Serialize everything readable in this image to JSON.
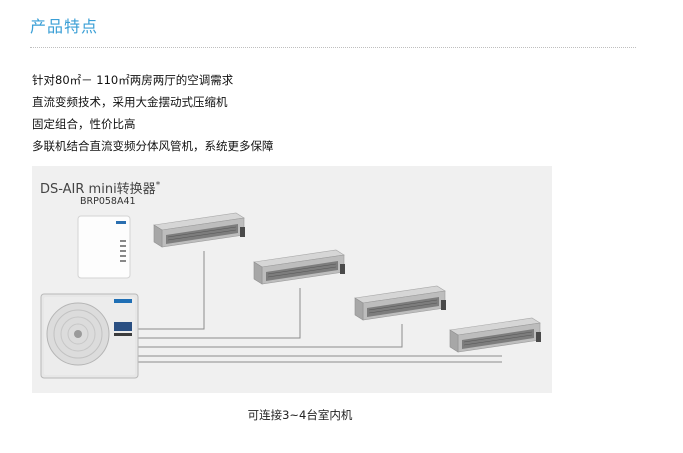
{
  "header": {
    "title": "产品特点"
  },
  "features": [
    "针对80㎡－ 110㎡两房两厅的空调需求",
    "直流变频技术，采用大金摆动式压缩机",
    "固定组合，性价比高",
    "多联机结合直流变频分体风管机，系统更多保障"
  ],
  "diagram": {
    "title": "DS-AIR mini转换器",
    "asterisk": "*",
    "model": "BRP058A41",
    "indoor_units": [
      {
        "name": "ducted-unit-1"
      },
      {
        "name": "ducted-unit-2"
      },
      {
        "name": "ducted-unit-3"
      },
      {
        "name": "ducted-unit-4"
      }
    ],
    "colors": {
      "unit_body": "#c9c9c9",
      "unit_dark": "#8a8a8a",
      "pipe": "#8c8c8c",
      "brand": "#1f6fb5",
      "background": "#f0f0f0"
    }
  },
  "caption": "可连接3~4台室内机"
}
